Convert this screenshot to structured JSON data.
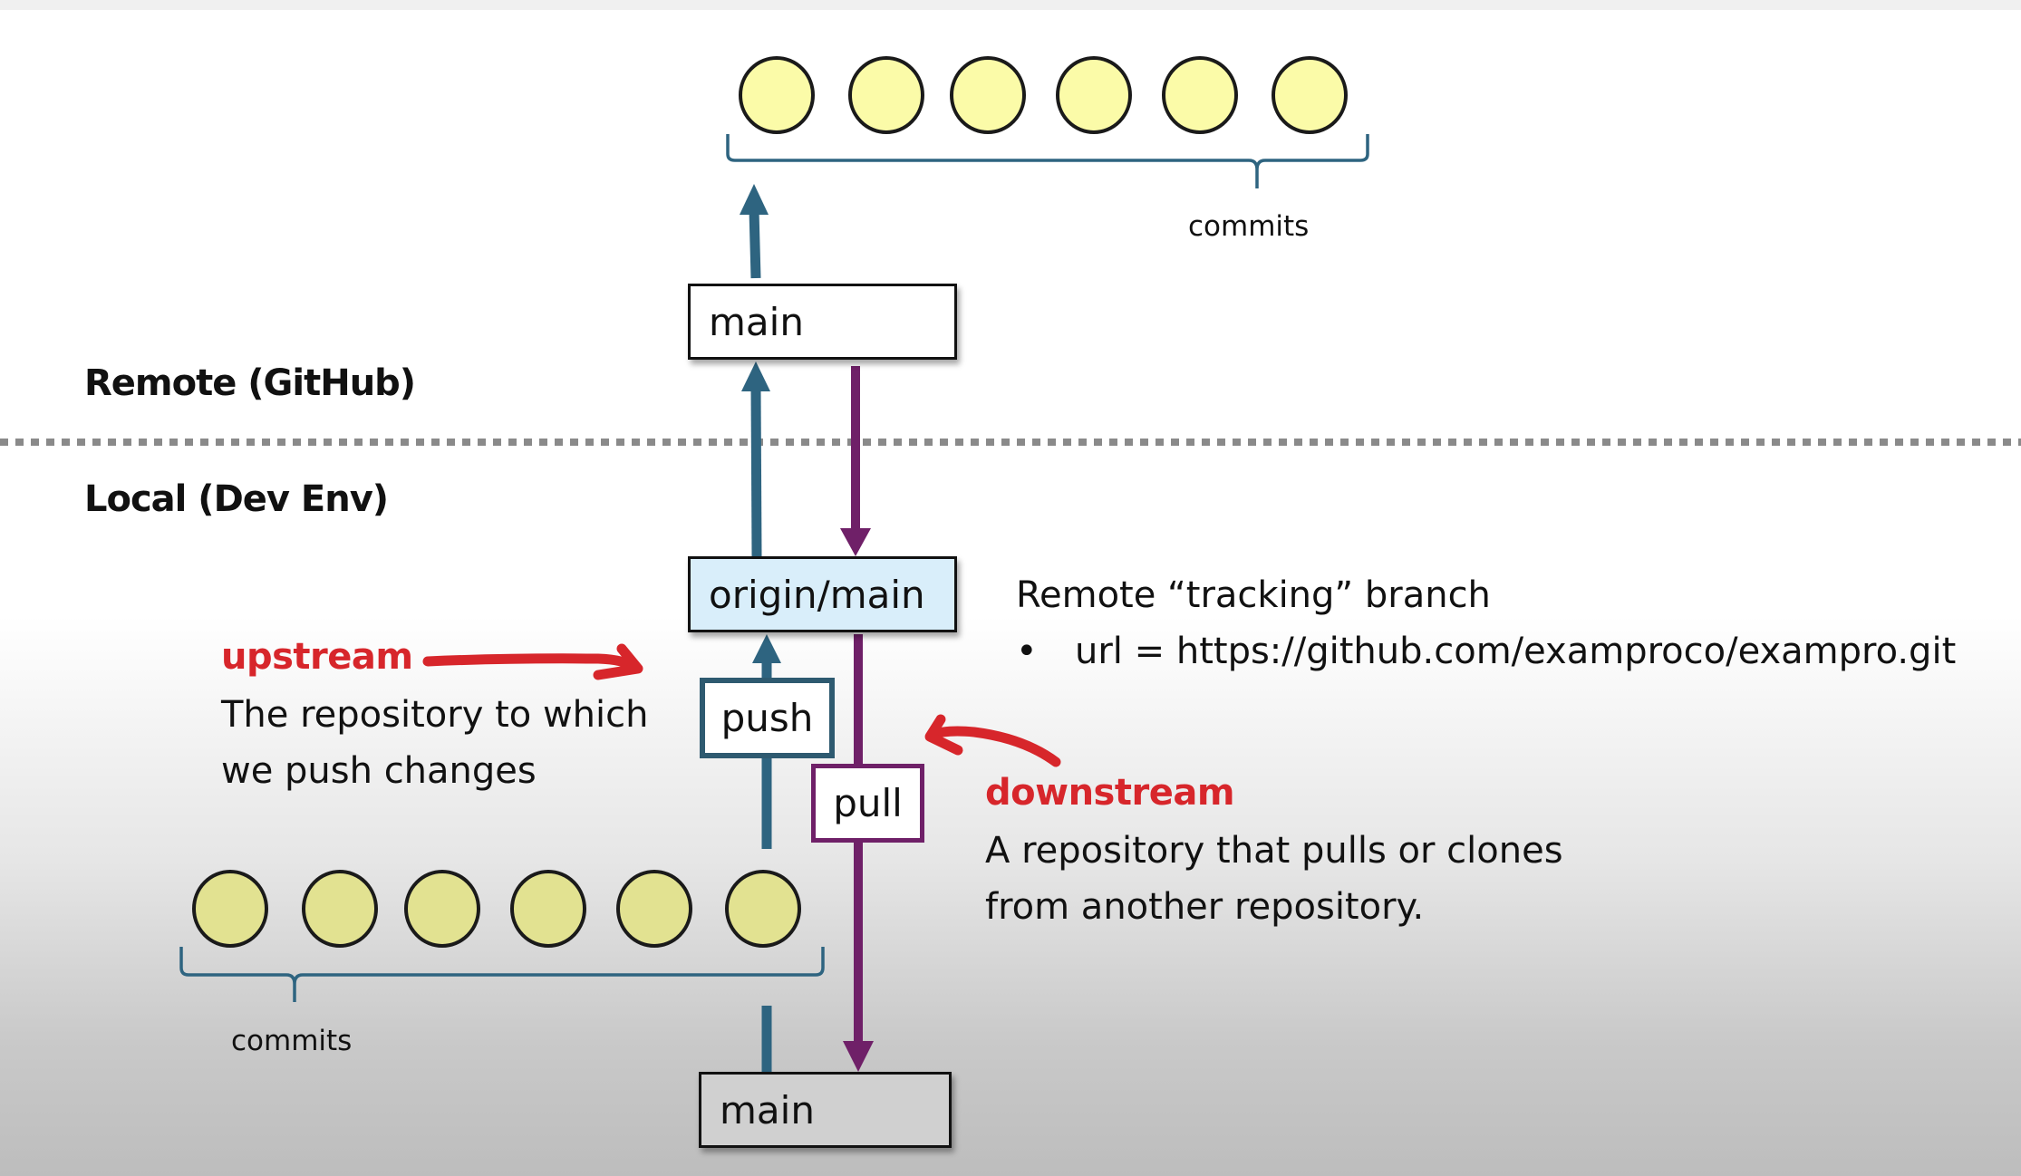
{
  "sections": {
    "remote_label": "Remote (GitHub)",
    "local_label": "Local (Dev Env)"
  },
  "remote": {
    "branch_label": "main",
    "commits_count": 6,
    "commits_label": "commits"
  },
  "local": {
    "tracking_branch_label": "origin/main",
    "branch_label": "main",
    "commits_count": 6,
    "commits_label": "commits"
  },
  "operations": {
    "push_label": "push",
    "pull_label": "pull"
  },
  "tracking_note": {
    "title": "Remote “tracking” branch",
    "bullet": "•",
    "url_line": "url = https://github.com/examproco/exampro.git"
  },
  "upstream": {
    "heading": "upstream",
    "line1": "The repository to which",
    "line2": "we push changes"
  },
  "downstream": {
    "heading": "downstream",
    "line1": "A repository that pulls or clones",
    "line2": "from another repository."
  },
  "colors": {
    "push_blue": "#2e6480",
    "pull_purple": "#6f2068",
    "annotation_red": "#d7262b",
    "commit_fill_remote": "#fbfba8",
    "commit_fill_local": "#e2e291",
    "tracking_box_fill": "#d9eefa",
    "divider_gray": "#8a8a8a"
  }
}
